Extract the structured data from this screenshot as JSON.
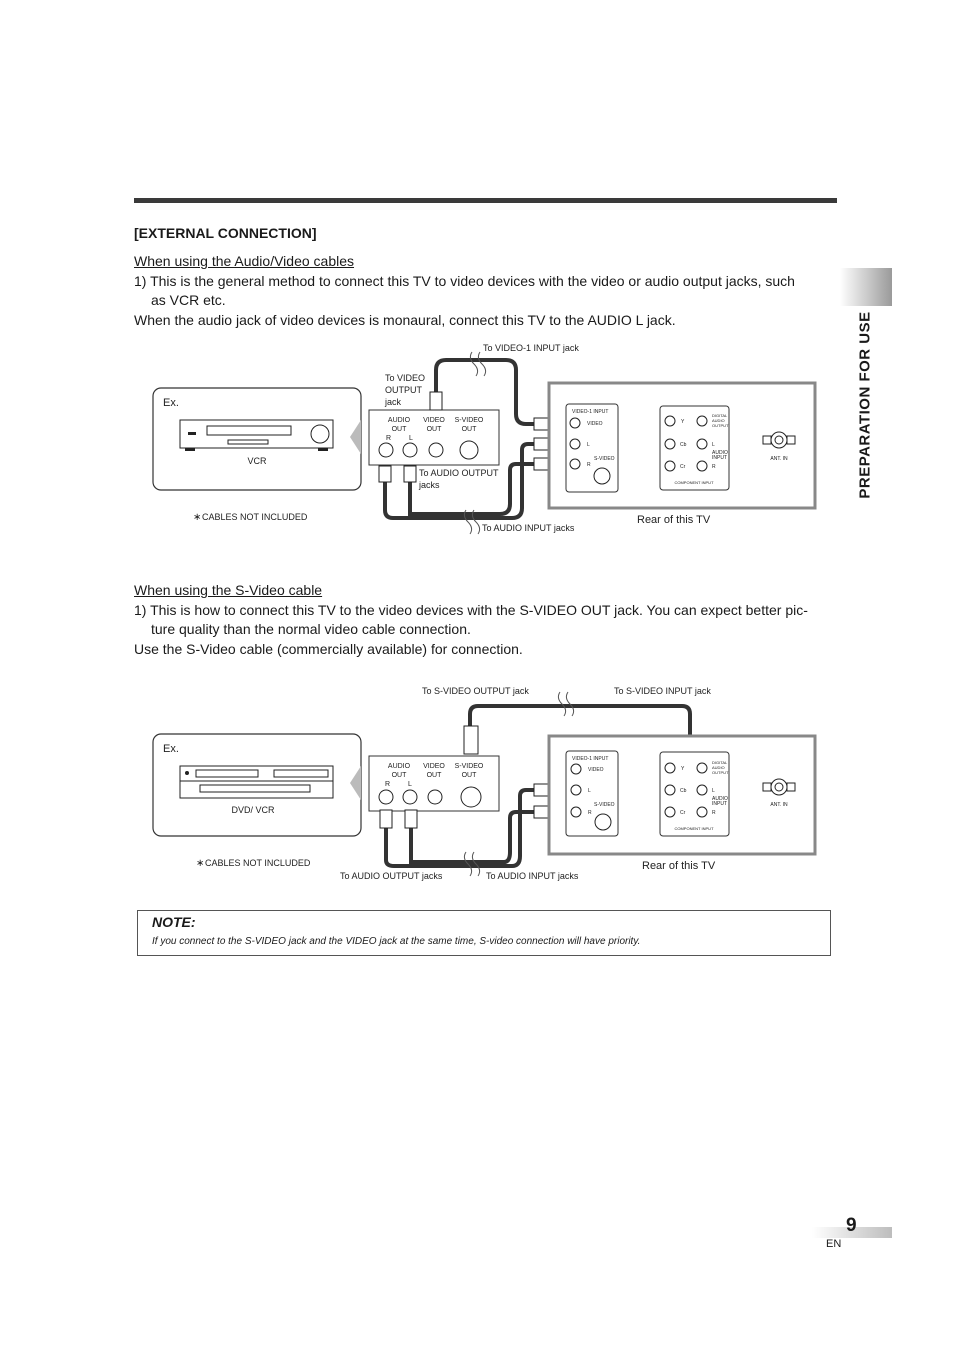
{
  "section": {
    "side_label": "PREPARATION FOR USE",
    "heading": "[EXTERNAL CONNECTION]"
  },
  "av": {
    "subheading": "When using the Audio/Video cables",
    "step1": "1) This is the general method to connect this TV to video devices with the video or audio output jacks, such",
    "step1_cont": "as VCR etc.",
    "mono_note": "When the audio jack of video devices is monaural, connect this TV to the AUDIO L jack.",
    "diagram": {
      "ex": "Ex.",
      "device": "VCR",
      "to_video1": "To VIDEO-1 INPUT jack",
      "to_video_output_1": "To VIDEO",
      "to_video_output_2": "OUTPUT",
      "to_video_output_3": "jack",
      "to_audio_output_1": "To AUDIO OUTPUT",
      "to_audio_output_2": "jacks",
      "to_audio_input": "To AUDIO INPUT jacks",
      "cables": "CABLES NOT INCLUDED",
      "rear": "Rear of this TV"
    }
  },
  "sv": {
    "subheading": "When using the S-Video cable",
    "step1": "1) This is how to connect this TV to the video devices with the S-VIDEO OUT jack. You can expect better pic-",
    "step1_cont": "ture quality than the normal video cable connection.",
    "use_note": "Use the S-Video cable (commercially available) for connection.",
    "diagram": {
      "ex": "Ex.",
      "device": "DVD/ VCR",
      "to_svideo_output": "To S-VIDEO OUTPUT jack",
      "to_svideo_input": "To S-VIDEO INPUT jack",
      "to_audio_output": "To AUDIO OUTPUT jacks",
      "to_audio_input": "To AUDIO INPUT jacks",
      "cables": "CABLES NOT INCLUDED",
      "rear": "Rear of this TV"
    }
  },
  "jacks": {
    "audio": "AUDIO",
    "out": "OUT",
    "video": "VIDEO",
    "svideo": "S-VIDEO",
    "r": "R",
    "l": "L",
    "video1_input": "VIDEO-1 INPUT",
    "video_small": "VIDEO",
    "svideo_small": "S-VIDEO",
    "y": "Y",
    "cb": "Cb",
    "cr": "Cr",
    "digital_1": "DIGITAL",
    "digital_2": "AUDIO",
    "digital_3": "OUTPUT",
    "audio_input_1": "AUDIO",
    "audio_input_2": "INPUT",
    "component_input": "COMPONENT INPUT",
    "ant_in": "ANT. IN",
    "asterisk": "∗"
  },
  "note": {
    "title": "NOTE:",
    "text": "If you connect to the S-VIDEO jack and the VIDEO jack at the same time, S-video connection will have priority."
  },
  "page": {
    "number": "9",
    "lang": "EN"
  }
}
